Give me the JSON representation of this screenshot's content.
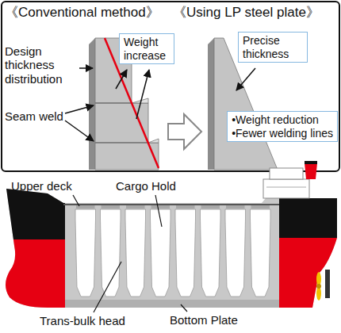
{
  "diagram": {
    "nodes": [
      {
        "text": [
          "Weight increase"
        ]
      },
      {
        "text": [
          "Precise thickness"
        ]
      },
      {
        "text": [
          "•Weight reduction",
          "•Fewer welding lines"
        ]
      }
    ],
    "labels": [
      "《Conventional method》",
      "《Using LP steel plate》",
      "Design thickness distribution",
      "Seam weld",
      "Upper deck",
      "Cargo Hold",
      "Trans-bulk head",
      "Bottom Plate"
    ]
  }
}
